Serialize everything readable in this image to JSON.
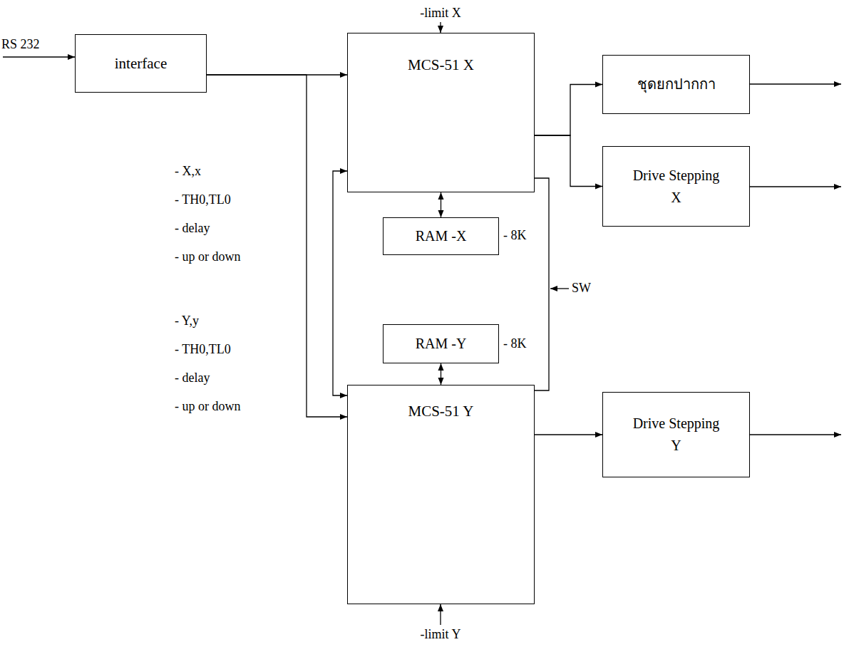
{
  "diagram": {
    "nodes": [
      {
        "text": [
          "interface"
        ]
      },
      {
        "text": [
          "MCS-51 X"
        ]
      },
      {
        "text": [
          "ชุดยกปากกา"
        ]
      },
      {
        "text": [
          "Drive Stepping X"
        ]
      },
      {
        "text": [
          "RAM -X"
        ]
      },
      {
        "text": [
          "RAM -Y"
        ]
      },
      {
        "text": [
          "MCS-51 Y"
        ]
      },
      {
        "text": [
          "Drive Stepping Y"
        ]
      }
    ],
    "edges": [
      {
        "from": 0,
        "to": 1,
        "arrow": "to"
      },
      {
        "from": 0,
        "to": 6,
        "arrow": "to"
      },
      {
        "from": 1,
        "to": 2,
        "arrow": "to"
      },
      {
        "from": 1,
        "to": 3,
        "arrow": "to"
      },
      {
        "from": 1,
        "to": 4,
        "arrow": "both"
      },
      {
        "from": 1,
        "to": 6,
        "arrow": "both"
      },
      {
        "from": 1,
        "to": 6,
        "arrow": "none"
      },
      {
        "from": 5,
        "to": 6,
        "arrow": "both"
      },
      {
        "from": 6,
        "to": 7,
        "arrow": "to"
      }
    ],
    "labels": [
      "-limit X",
      "RS 232",
      "- X,x",
      "- TH0,TL0",
      "- delay",
      "- up or down",
      "- 8K",
      "SW",
      "- Y,y",
      "- TH0,TL0",
      "- delay",
      "- up or down",
      "- 8K",
      "-limit Y"
    ]
  }
}
